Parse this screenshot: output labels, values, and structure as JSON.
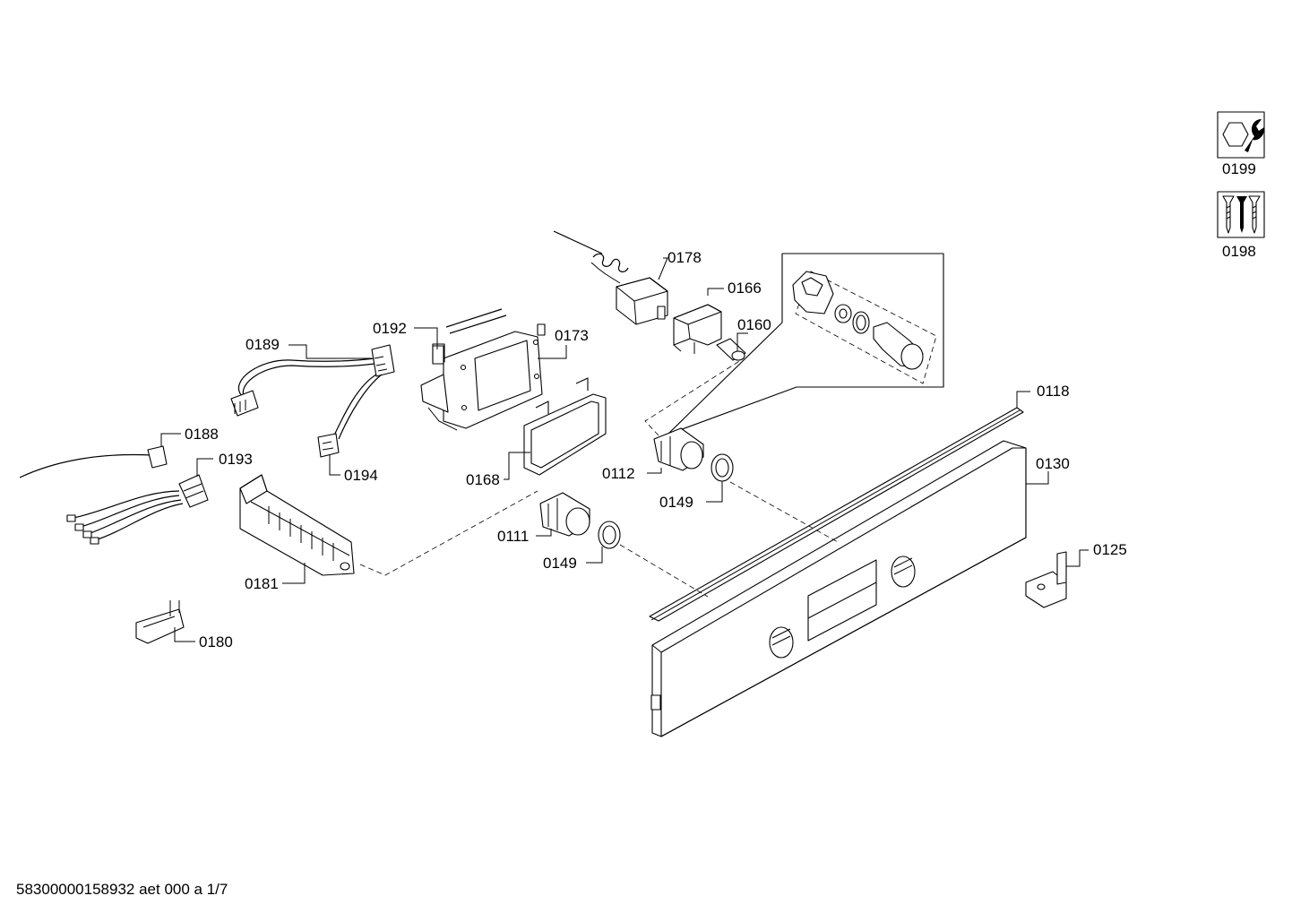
{
  "labels": {
    "p0199": "0199",
    "p0198": "0198",
    "p0178": "0178",
    "p0166": "0166",
    "p0160": "0160",
    "p0192": "0192",
    "p0173": "0173",
    "p0189": "0189",
    "p0118": "0118",
    "p0188": "0188",
    "p0193": "0193",
    "p0194": "0194",
    "p0168": "0168",
    "p0112": "0112",
    "p0130": "0130",
    "p0149a": "0149",
    "p0111": "0111",
    "p0149b": "0149",
    "p0125": "0125",
    "p0181": "0181",
    "p0180": "0180"
  },
  "footer": "58300000158932 aet 000 a 1/7",
  "icons": {
    "tool": "wrench-nut-icon",
    "screws": "screws-icon"
  }
}
